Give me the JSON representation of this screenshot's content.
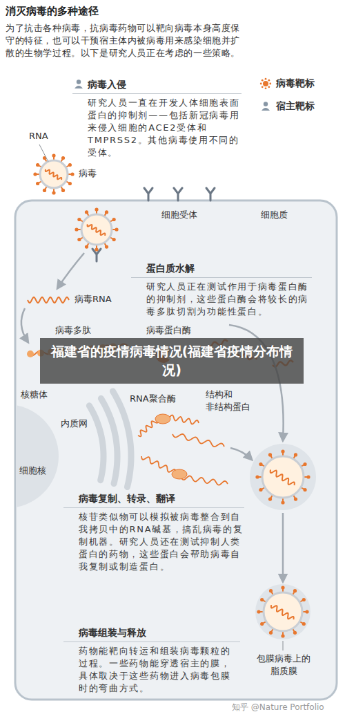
{
  "diagram": {
    "title": "消灭病毒的多种途径",
    "nodes": [
      {
        "text": [
          "病毒入侵",
          "研究人员一直在开发人体细胞表面蛋白的抑制剂——包括新冠病毒用来侵入细胞的ACE2受体和TMPRSS2。其他病毒使用不同的受体。"
        ]
      },
      {
        "text": [
          "蛋白质水解",
          "研究人员正在测试作用于病毒蛋白酶的抑制剂，这些蛋白酶会将较长的病毒多肽切割为功能性蛋白。"
        ]
      },
      {
        "text": [
          "病毒复制、转录、翻译",
          "核苷类似物可以模拟被病毒整合到自我拷贝中的RNA碱基，搞乱病毒的复制机器。研究人员还在测试抑制人类蛋白的药物，这些蛋白会帮助病毒自我复制或制造蛋白。"
        ]
      },
      {
        "text": [
          "病毒组装与释放",
          "药物能靶向转运和组装病毒颗粒的过程。一些药物能穿透宿主的膜，具体取决于这些药物进入病毒包膜时的弯曲方式。"
        ]
      }
    ],
    "labels": [
      "为了抗击各种病毒，抗病毒药物可以靶向病毒本身高度保守的特征，也可以干预宿主体内被病毒用来感染细胞并扩散的生物学过程。以下是研究人员正在考虑的一些策略。",
      "RNA",
      "病毒",
      "细胞受体",
      "细胞质",
      "病毒RNA",
      "病毒多肽",
      "病毒蛋白酶",
      "福建省的疫情病毒情况(福建省疫情分布情况)",
      "核糖体",
      "结构和 非结构蛋白",
      "RNA聚合酶",
      "内质网",
      "细胞核",
      "包膜病毒上的 脂质膜",
      "知乎 @Nature Portfolio"
    ],
    "legend": [
      {
        "text": "病毒靶标",
        "color": "#e8772e"
      },
      {
        "text": "宿主靶标",
        "color": "#8796a5"
      }
    ]
  }
}
